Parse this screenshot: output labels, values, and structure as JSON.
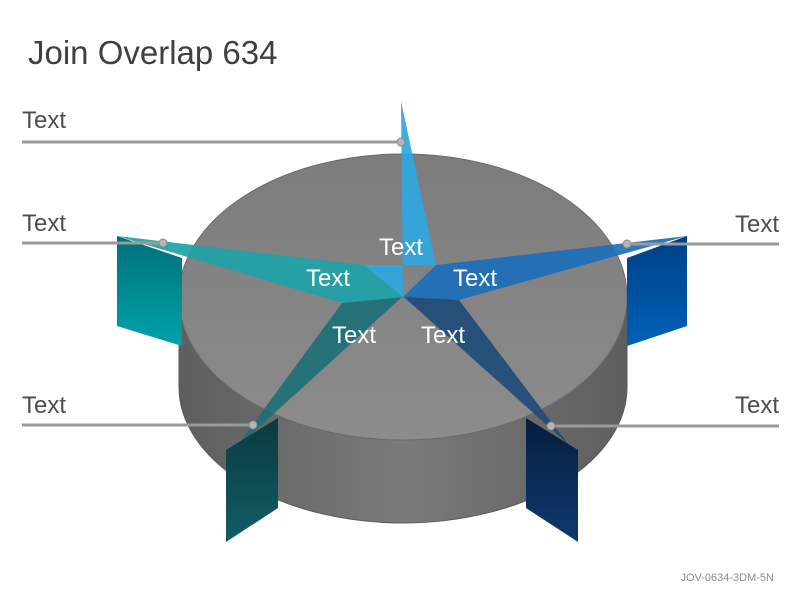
{
  "title": "Join Overlap 634",
  "footer_code": "JOV-0634-3DM-5N",
  "segments": [
    {
      "label": "Text",
      "color": "#2ea7e0"
    },
    {
      "label": "Text",
      "color": "#1c6fb8"
    },
    {
      "label": "Text",
      "color": "#1f4b7a"
    },
    {
      "label": "Text",
      "color": "#1f6f77"
    },
    {
      "label": "Text",
      "color": "#1fa3a8"
    }
  ],
  "callouts": [
    {
      "label": "Text"
    },
    {
      "label": "Text"
    },
    {
      "label": "Text"
    },
    {
      "label": "Text"
    },
    {
      "label": "Text"
    }
  ],
  "colors": {
    "disk_top": "#878787",
    "disk_side": "#6e6e6e",
    "leader_line": "#9a9a9a",
    "panel_teal": "#00959d",
    "panel_blue": "#0057a8",
    "panel_dark_teal": "#0f4f57",
    "panel_navy": "#0e2f5c"
  }
}
